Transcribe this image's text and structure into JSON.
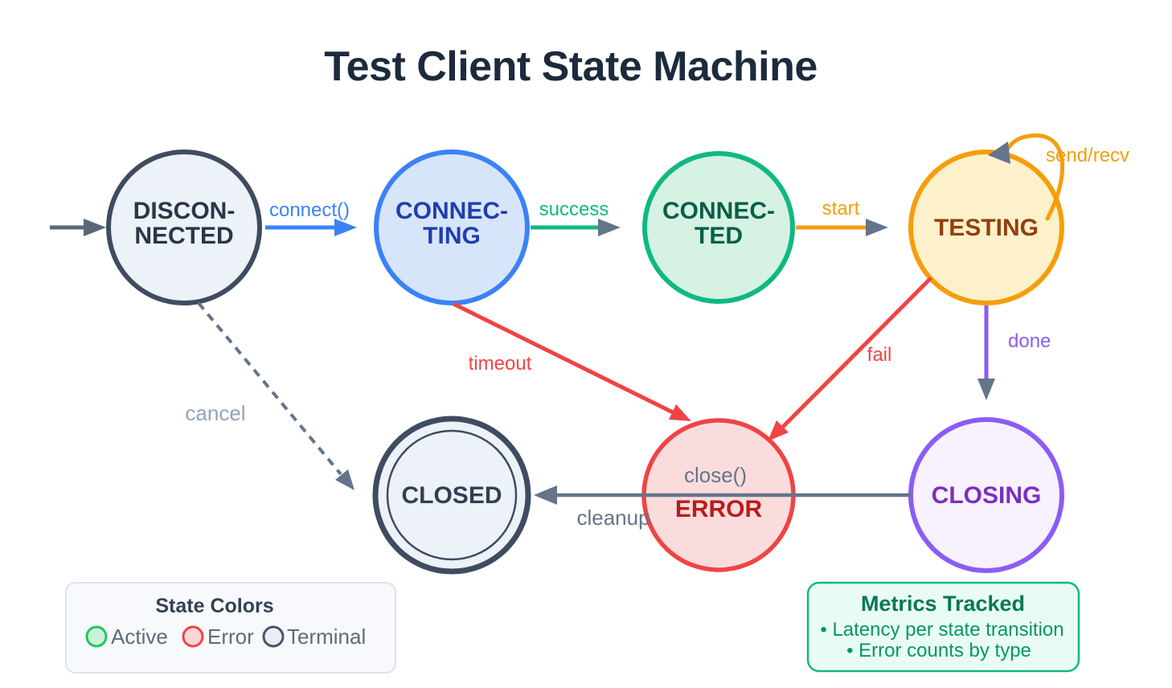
{
  "title": "Test Client State Machine",
  "palette": {
    "title_text": "#1d2a3d",
    "slate_arrow": "#64748b",
    "background": "#ffffff"
  },
  "states": {
    "disconnected": {
      "line1": "DISCON-",
      "line2": "NECTED",
      "fill": "#edf1f8",
      "stroke": "#3f4c60",
      "text": "#293649"
    },
    "connecting": {
      "line1": "CONNEC-",
      "line2": "TING",
      "fill": "#d7e5fb",
      "stroke": "#3b82f6",
      "text": "#1e3fae"
    },
    "connected": {
      "line1": "CONNEC-",
      "line2": "TED",
      "fill": "#d6f2e3",
      "stroke": "#10b981",
      "text": "#065f46"
    },
    "testing": {
      "label": "TESTING",
      "fill": "#fdf1cb",
      "stroke": "#f59e0b",
      "text": "#92400e"
    },
    "closed": {
      "label": "CLOSED",
      "fill": "#edf1f8",
      "stroke": "#3f4c60",
      "text": "#323f52"
    },
    "error": {
      "label": "ERROR",
      "sublabel": "close()",
      "fill": "#fbdcdc",
      "stroke": "#ef4444",
      "text": "#b91c1c",
      "subtext": "#64748b"
    },
    "closing": {
      "label": "CLOSING",
      "fill": "#f7f2fd",
      "stroke": "#8b5cf6",
      "text": "#7c2fbf"
    }
  },
  "transitions": {
    "initial": {
      "color": "#5b6778"
    },
    "connect": {
      "label": "connect()",
      "color": "#3b82f6",
      "head": "#3b82f6"
    },
    "success": {
      "label": "success",
      "color": "#10b981",
      "head": "#64748b"
    },
    "start": {
      "label": "start",
      "color": "#f59e0b",
      "head": "#64748b"
    },
    "send_recv": {
      "label": "send/recv",
      "color": "#f59e0b",
      "head": "#64748b"
    },
    "timeout": {
      "label": "timeout",
      "color": "#ef4444",
      "head": "#ef4444"
    },
    "fail": {
      "label": "fail",
      "color": "#ef4444",
      "head": "#ef4444"
    },
    "done": {
      "label": "done",
      "color": "#8b5cf6",
      "head": "#64748b"
    },
    "cancel": {
      "label": "cancel",
      "color": "#64748b",
      "head": "#64748b",
      "label_color": "#94a3b8"
    },
    "cleanup": {
      "label": "cleanup",
      "color": "#64748b",
      "head": "#64748b",
      "label_color": "#64748b"
    }
  },
  "legend": {
    "title": "State Colors",
    "title_color": "#334155",
    "text_color": "#5d6b7d",
    "box_fill": "#f7f9fc",
    "box_border": "#dbe2ec",
    "items": [
      {
        "label": "Active",
        "fill": "#ccf2da",
        "stroke": "#22c55e"
      },
      {
        "label": "Error",
        "fill": "#fbd7d7",
        "stroke": "#ef4444"
      },
      {
        "label": "Terminal",
        "fill": "#e9eef5",
        "stroke": "#475569"
      }
    ]
  },
  "metrics": {
    "title": "Metrics Tracked",
    "title_color": "#047857",
    "text_color": "#059669",
    "box_fill": "#e9fcf3",
    "box_border": "#10b981",
    "items": [
      "• Latency per state transition",
      "• Error counts by type"
    ]
  }
}
